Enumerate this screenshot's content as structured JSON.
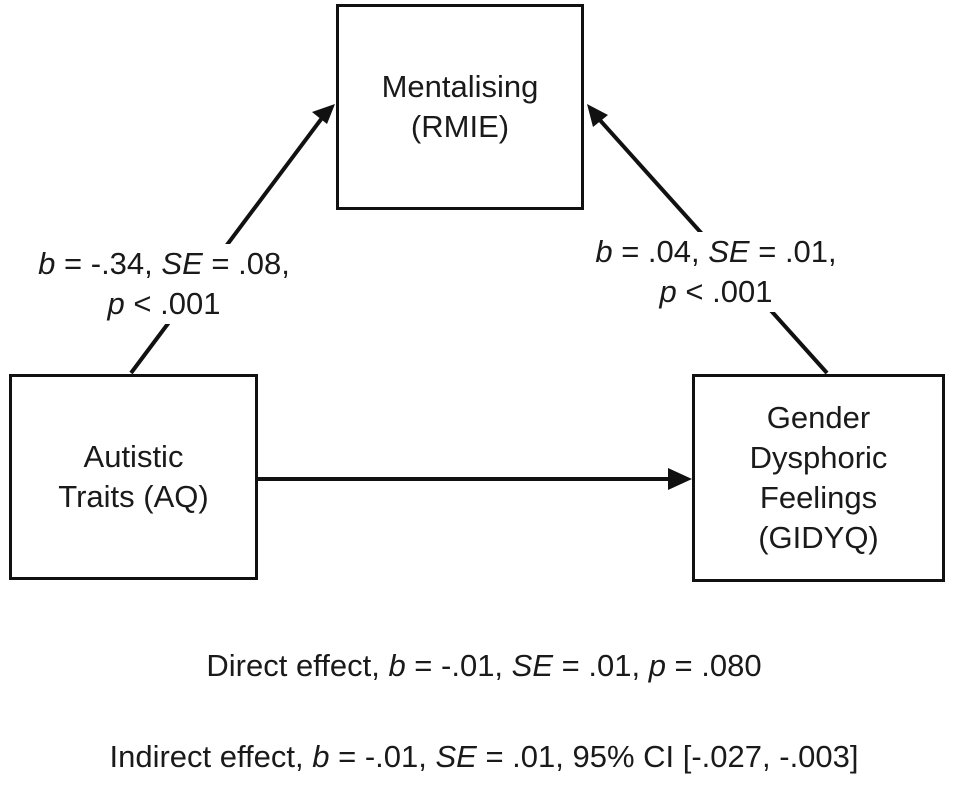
{
  "nodes": {
    "mediator": {
      "line1": "Mentalising",
      "line2": "(RMIE)"
    },
    "predictor": {
      "line1": "Autistic",
      "line2": "Traits (AQ)"
    },
    "outcome": {
      "line1": "Gender",
      "line2": "Dysphoric",
      "line3": "Feelings",
      "line4": "(GIDYQ)"
    }
  },
  "paths": {
    "a": {
      "b_symbol": "b",
      "b_value": " = -.34, ",
      "se_symbol": "SE",
      "se_value": " = .08,",
      "p_symbol": "p",
      "p_value": " < .001"
    },
    "b": {
      "b_symbol": "b",
      "b_value": " = .04, ",
      "se_symbol": "SE",
      "se_value": " = .01,",
      "p_symbol": "p",
      "p_value": " < .001"
    }
  },
  "effects": {
    "direct": {
      "prefix": "Direct effect, ",
      "b_symbol": "b",
      "b_value": " = -.01, ",
      "se_symbol": "SE",
      "se_value": " = .01, ",
      "p_symbol": "p",
      "p_value": " = .080"
    },
    "indirect": {
      "prefix": "Indirect effect, ",
      "b_symbol": "b",
      "b_value": " = -.01, ",
      "se_symbol": "SE",
      "se_value": " = .01, 95% CI [-.027, -.003]"
    }
  },
  "colors": {
    "stroke": "#111111",
    "text": "#1a1a1a",
    "background": "#ffffff"
  }
}
